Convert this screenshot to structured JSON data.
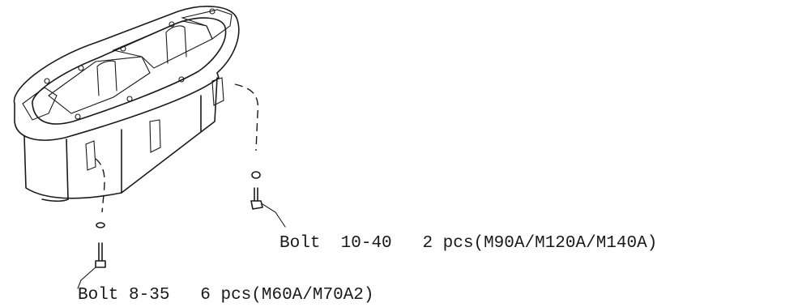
{
  "callouts": [
    {
      "bolt": "Bolt",
      "size": "10-40",
      "qty": "2 pcs(M90A/M120A/M140A)"
    },
    {
      "bolt": "Bolt",
      "size": "8-35",
      "qty": "6 pcs(M60A/M70A2)"
    }
  ]
}
